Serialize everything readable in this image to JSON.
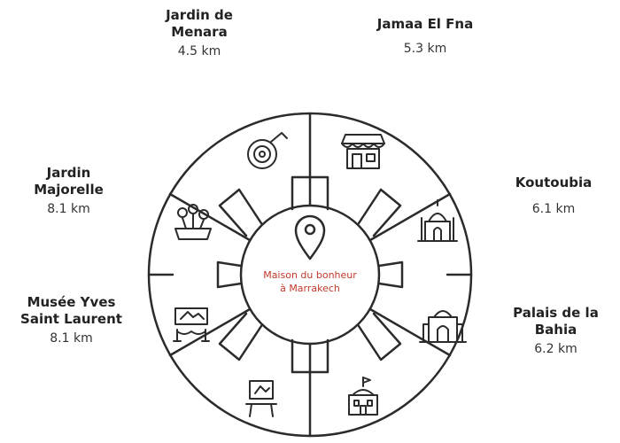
{
  "center": {
    "line1": "Maison du bonheur",
    "line2": "à Marrakech"
  },
  "points": [
    {
      "name_lines": [
        "Jardin de",
        "Menara"
      ],
      "distance": "4.5 km",
      "icon": "garden-hose-icon"
    },
    {
      "name_lines": [
        "Jamaa El Fna"
      ],
      "distance": "5.3 km",
      "icon": "market-stall-icon"
    },
    {
      "name_lines": [
        "Koutoubia"
      ],
      "distance": "6.1 km",
      "icon": "mosque-icon"
    },
    {
      "name_lines": [
        "Palais de la",
        "Bahia"
      ],
      "distance": "6.2 km",
      "icon": "palace-icon"
    },
    {
      "name_lines": [
        "Musée Yves",
        "Saint Laurent"
      ],
      "distance": "8.1 km",
      "icon": "museum-exhibit-icon"
    },
    {
      "name_lines": [
        "Jardin",
        "Majorelle"
      ],
      "distance": "8.1 km",
      "icon": "flower-pot-icon"
    }
  ],
  "bottom_icons": [
    "easel-icon",
    "town-hall-icon"
  ],
  "colors": {
    "stroke": "#2b2b2b",
    "center_text": "#c0392b"
  }
}
